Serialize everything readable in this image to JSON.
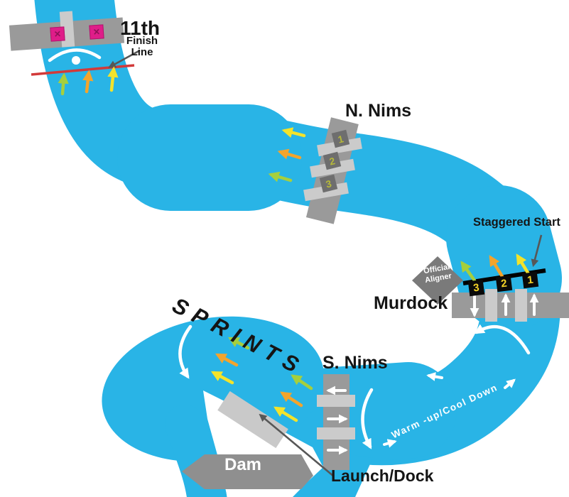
{
  "diagram": {
    "type": "race-course-map",
    "course_label": "SPRINTS",
    "bridges": {
      "finish_bridge": "11th",
      "north": "N. Nims",
      "east": "Murdock",
      "south": "S. Nims"
    },
    "annotations": {
      "finish_line1": "Finish",
      "finish_line2": "Line",
      "staggered_start": "Staggered Start",
      "official_aligner_line1": "Official",
      "official_aligner_line2": "Aligner",
      "warm_up_cool_down": "Warm -up/Cool Down",
      "dam": "Dam",
      "launch_dock": "Launch/Dock",
      "closed_marker": "✕"
    },
    "lane_markers": {
      "n_nims": [
        "1",
        "2",
        "3"
      ],
      "start": [
        "3",
        "2",
        "1"
      ]
    },
    "colors": {
      "river": "#29b4e6",
      "bridge": "#9a9a9a",
      "pier": "#cbcbcb",
      "dam": "#8f8f8f",
      "aligner_diamond": "#7a7a7a",
      "dock": "#c9c9c9",
      "finish_line": "#d23a3a",
      "start_line": "#000000",
      "lane1_yellow": "#f3e32b",
      "lane2_orange": "#f4a42c",
      "lane3_green": "#a6cf3d",
      "closed_marker_pink": "#df1d89",
      "flow_arrows": "#ffffff"
    }
  }
}
